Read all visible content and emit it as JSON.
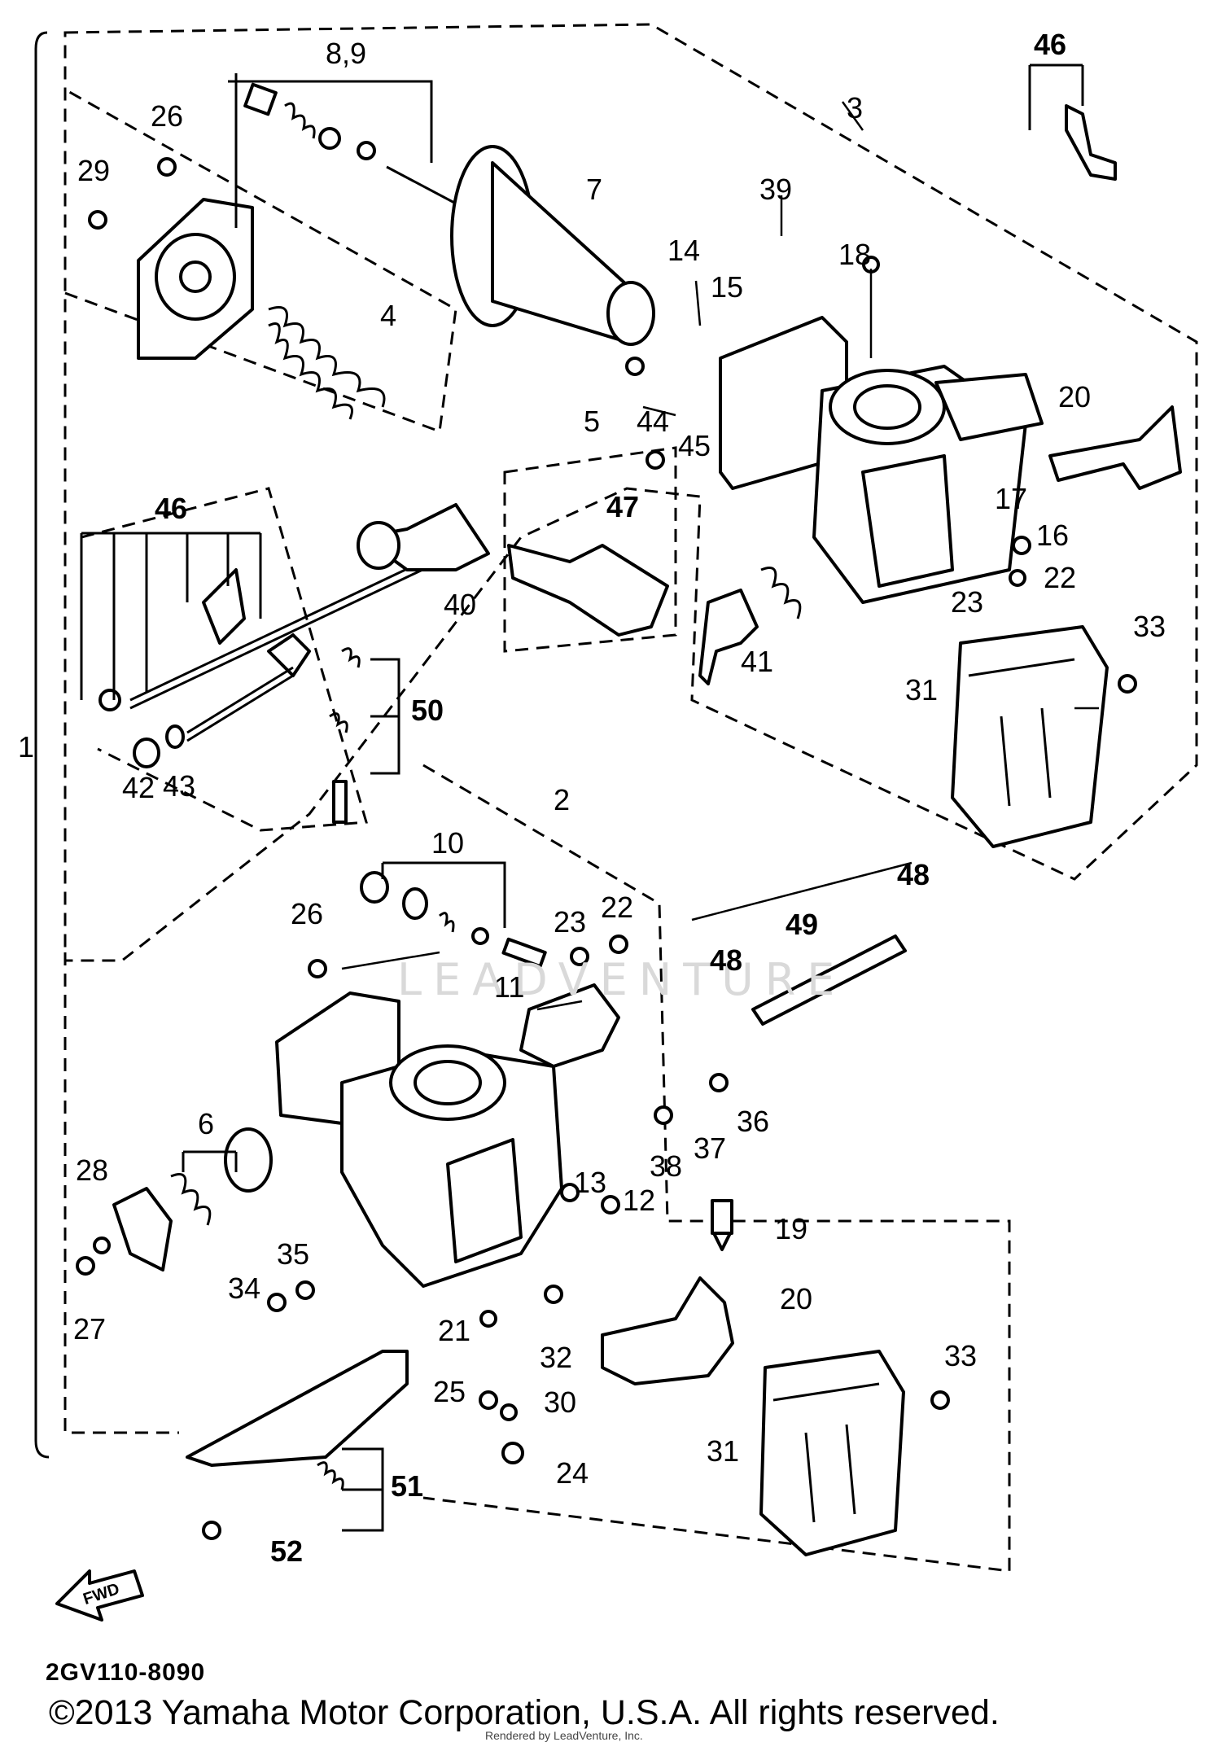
{
  "diagram": {
    "code": "2GV110-8090",
    "copyright": "©2013 Yamaha Motor Corporation, U.S.A. All rights reserved.",
    "rendered_by": "Rendered by LeadVenture, Inc.",
    "watermark": "LEADVENTURE",
    "fwd_label": "FWD",
    "callouts": {
      "c1": "1",
      "c2": "2",
      "c3": "3",
      "c4": "4",
      "c5": "5",
      "c6": "6",
      "c7": "7",
      "c8_9": "8,9",
      "c10": "10",
      "c11": "11",
      "c12": "12",
      "c13": "13",
      "c14": "14",
      "c15": "15",
      "c16": "16",
      "c17": "17",
      "c18": "18",
      "c19": "19",
      "c20": "20",
      "c21": "21",
      "c22": "22",
      "c23": "23",
      "c24": "24",
      "c25": "25",
      "c26": "26",
      "c27": "27",
      "c28": "28",
      "c29": "29",
      "c30": "30",
      "c31": "31",
      "c32": "32",
      "c33": "33",
      "c34": "34",
      "c35": "35",
      "c36": "36",
      "c37": "37",
      "c38": "38",
      "c39": "39",
      "c40": "40",
      "c41": "41",
      "c42": "42",
      "c43": "43",
      "c44": "44",
      "c45": "45",
      "c46": "46",
      "c47": "47",
      "c48": "48",
      "c49": "49",
      "c50": "50",
      "c51": "51",
      "c52": "52"
    }
  }
}
